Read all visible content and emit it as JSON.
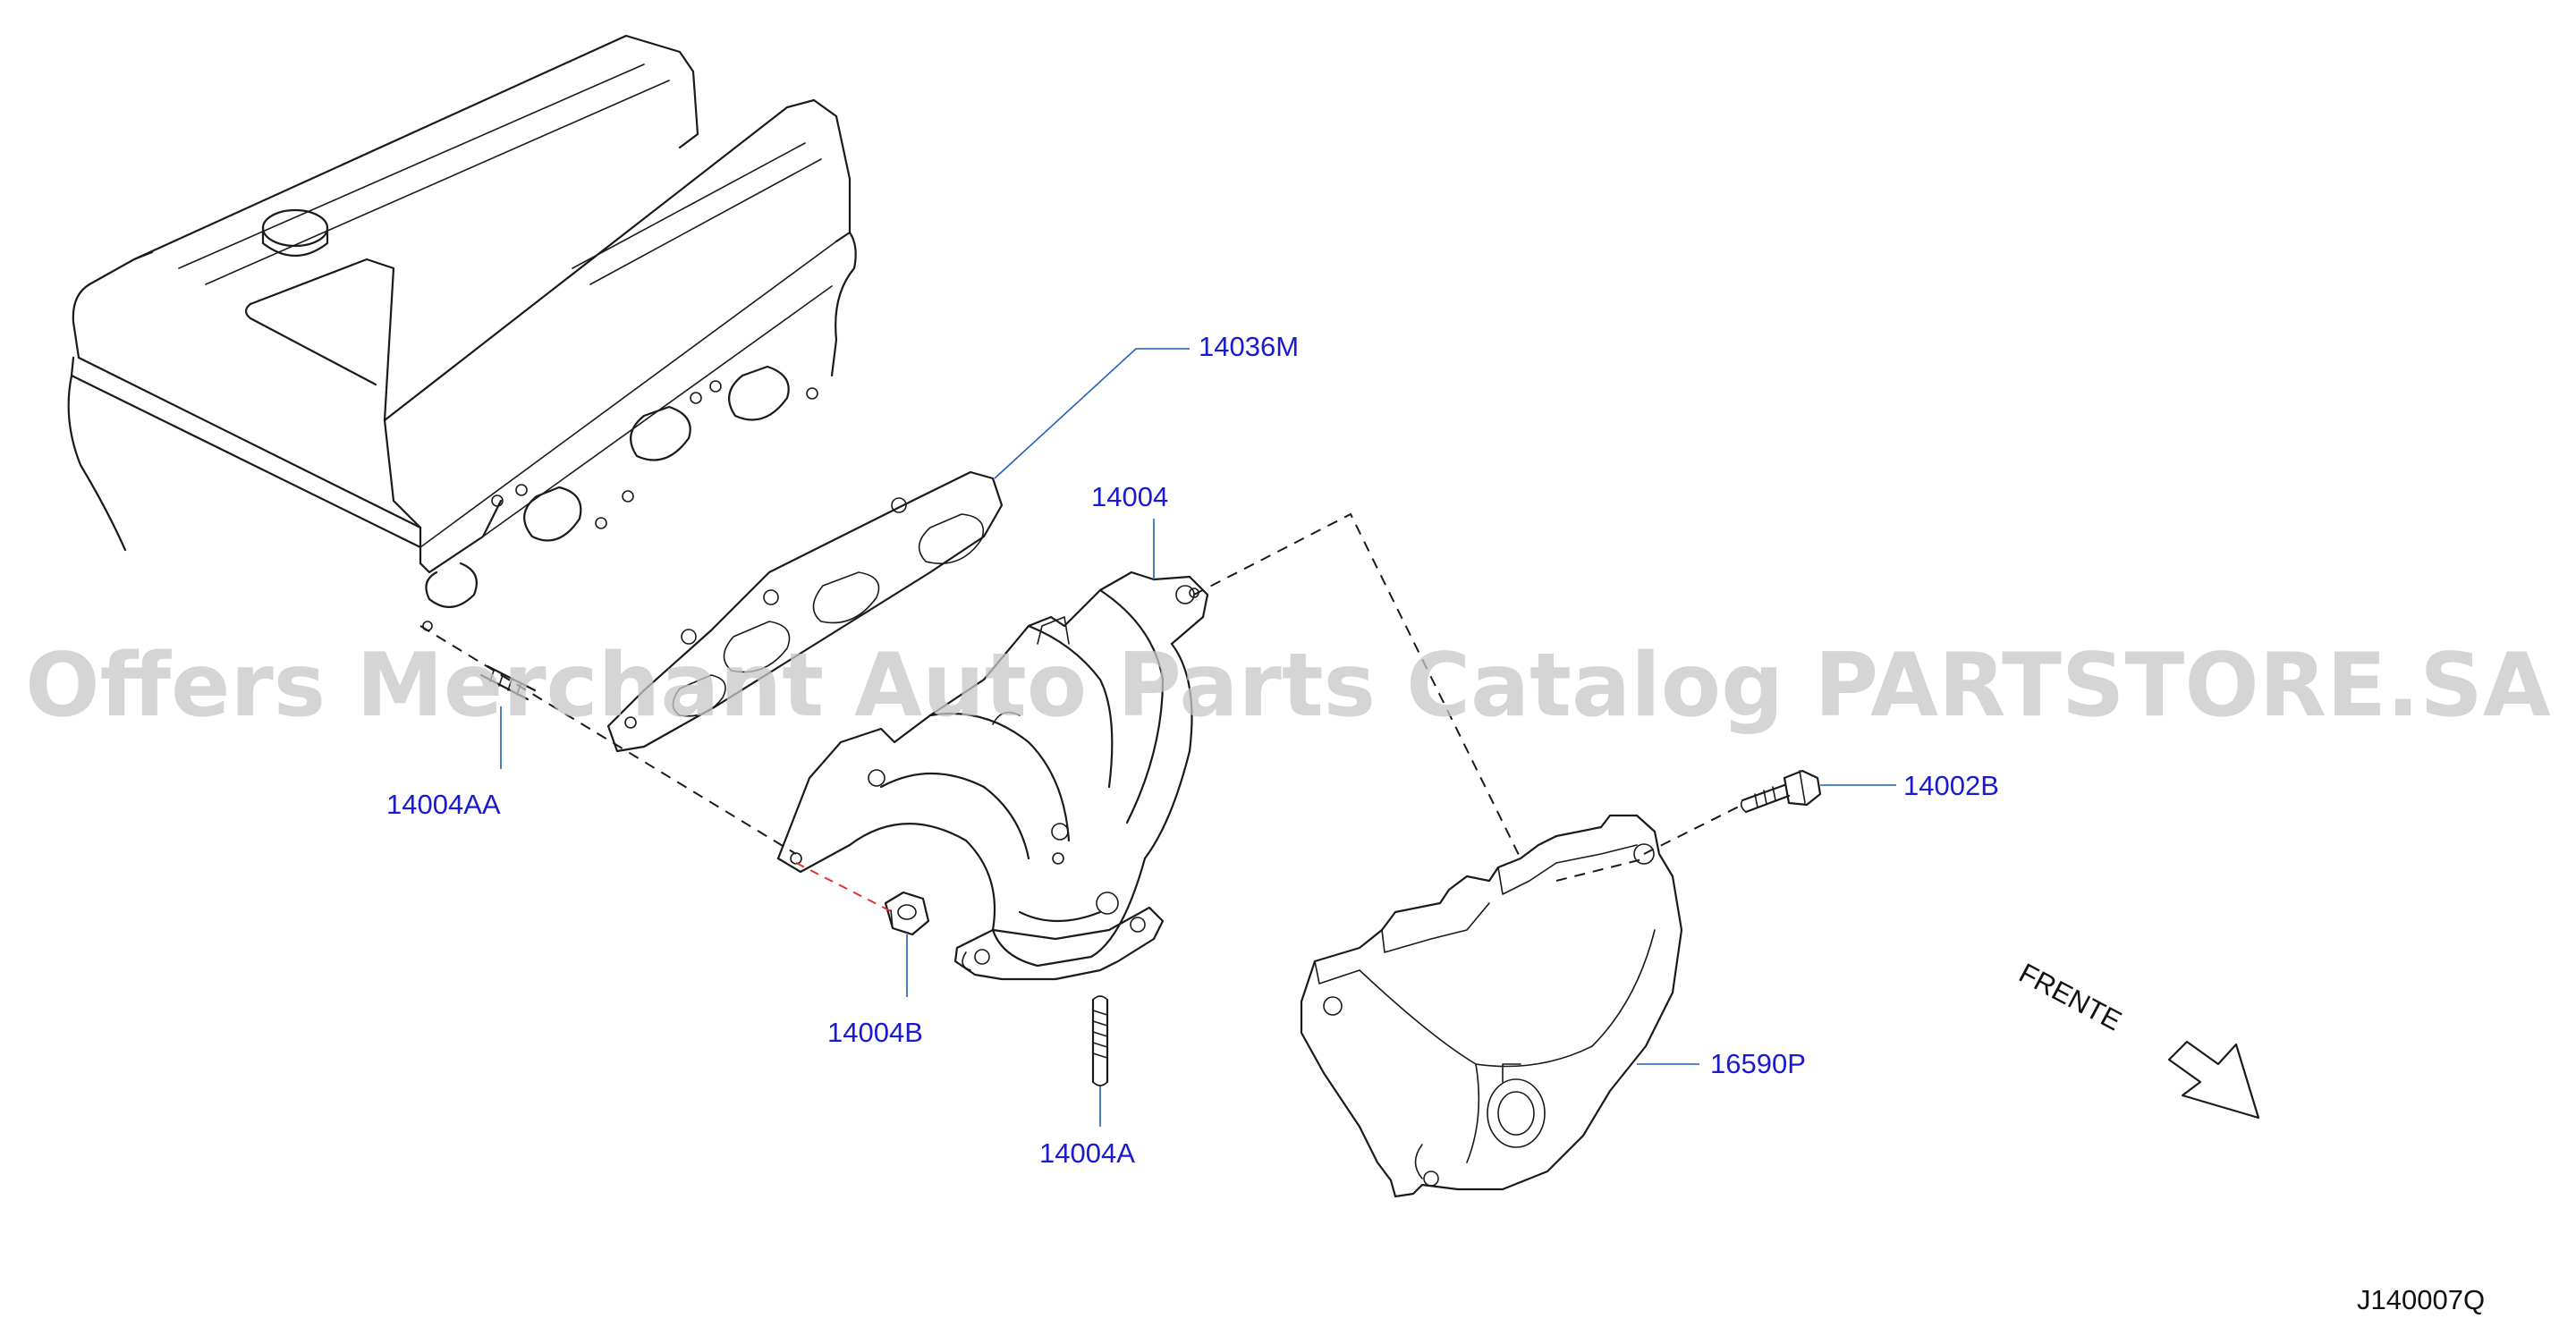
{
  "watermark": "Offers Merchant Auto Parts Catalog PARTSTORE.SA",
  "labels": {
    "gasket": "14036M",
    "manifold": "14004",
    "stud_aa": "14004AA",
    "nut": "14004B",
    "stud_a": "14004A",
    "bolt": "14002B",
    "heat_cover": "16590P"
  },
  "direction_label": "FRENTE",
  "diagram_code": "J140007Q",
  "colors": {
    "label": "#1a1ad0",
    "leader": "#1f5fb8",
    "line": "#1a1a1a",
    "watermark": "#c8c8c8",
    "center_line": "#e03030"
  },
  "icons": {
    "direction": "front-direction-arrow-icon"
  }
}
